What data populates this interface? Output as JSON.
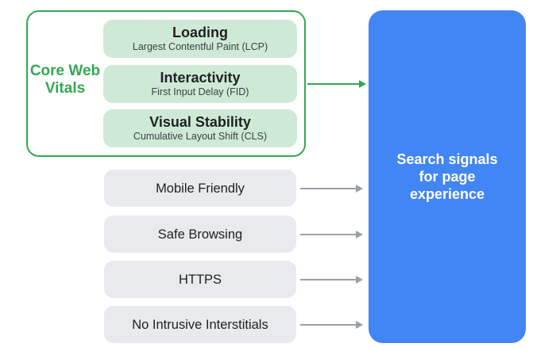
{
  "diagram": {
    "core_web_vitals": {
      "label": "Core Web Vitals",
      "items": [
        {
          "title": "Loading",
          "subtitle": "Largest Contentful Paint (LCP)"
        },
        {
          "title": "Interactivity",
          "subtitle": "First Input Delay (FID)"
        },
        {
          "title": "Visual Stability",
          "subtitle": "Cumulative Layout Shift (CLS)"
        }
      ]
    },
    "other_signals": [
      "Mobile Friendly",
      "Safe Browsing",
      "HTTPS",
      "No Intrusive Interstitials"
    ],
    "result_box": {
      "label": "Search signals for page experience"
    }
  },
  "colors": {
    "green_accent": "#34A853",
    "light_green_fill": "#CEEAD6",
    "blue_fill": "#4285F4",
    "gray_fill": "#E8EAED",
    "gray_arrow": "#9AA0A6",
    "dark_text": "#202124",
    "subtitle_text": "#3C4043",
    "white_text": "#FFFFFF"
  }
}
